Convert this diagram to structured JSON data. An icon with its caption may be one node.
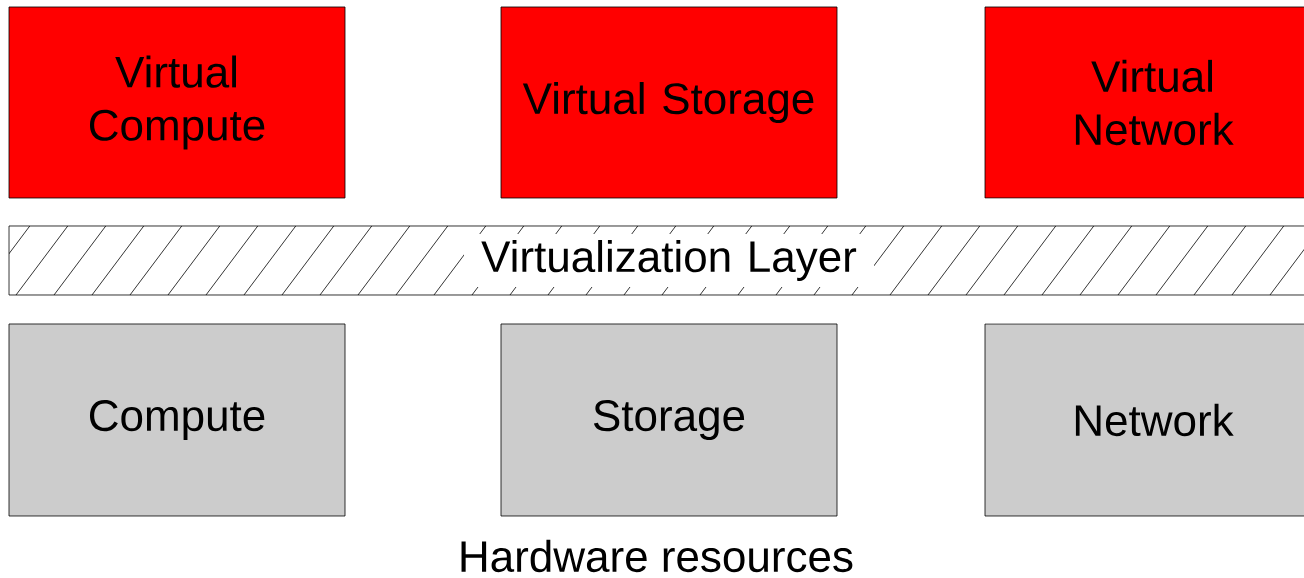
{
  "diagram": {
    "nodes": [
      {
        "text": [
          "Virtual Compute"
        ]
      },
      {
        "text": [
          "Virtual Storage"
        ]
      },
      {
        "text": [
          "Virtual Network"
        ]
      },
      {
        "text": [
          "Virtualization Layer"
        ]
      },
      {
        "text": [
          "Compute"
        ]
      },
      {
        "text": [
          "Storage"
        ]
      },
      {
        "text": [
          "Network"
        ]
      }
    ],
    "labels": [
      "Hardware resources"
    ]
  }
}
